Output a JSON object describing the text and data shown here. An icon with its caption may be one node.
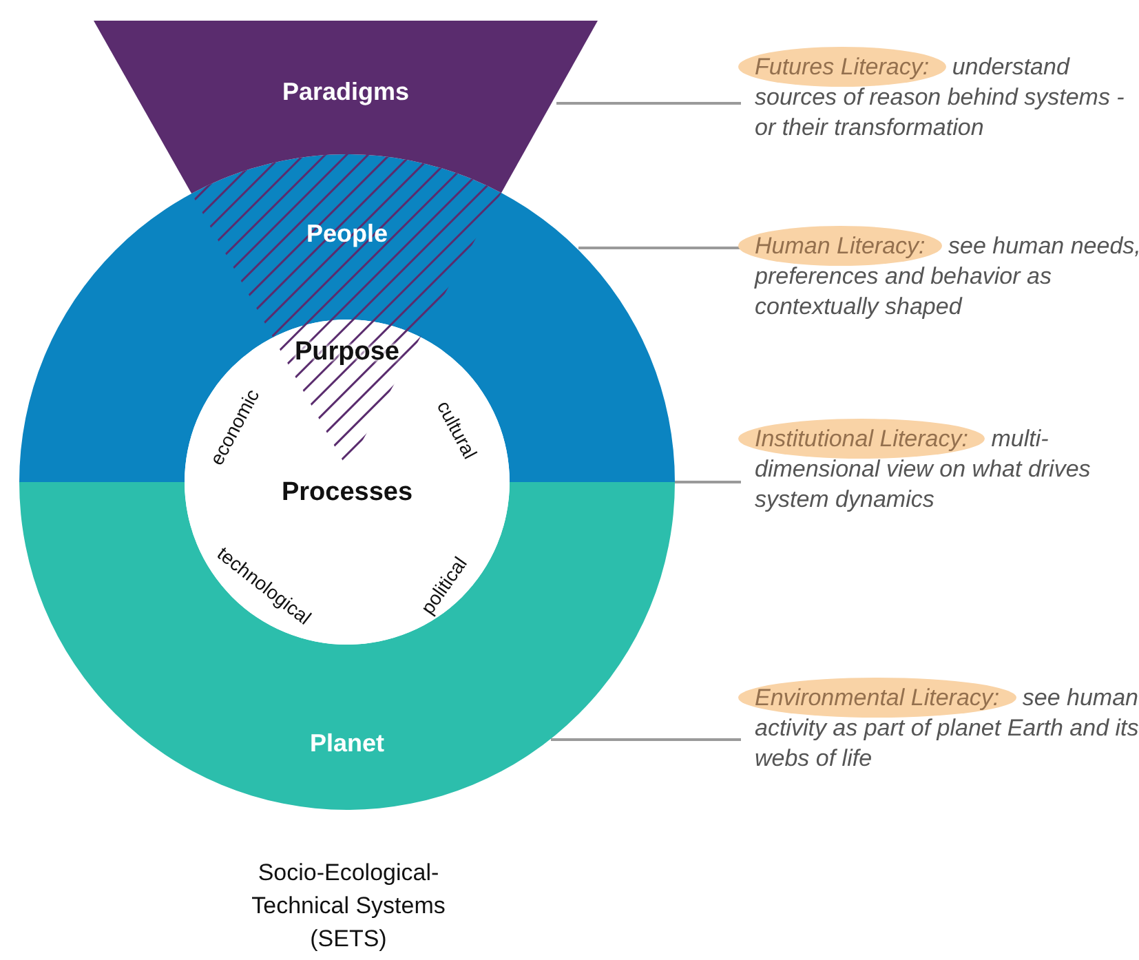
{
  "diagram": {
    "caption": "Socio-Ecological-Technical Systems (SETS)",
    "nodes": [
      {
        "text": [
          "Paradigms"
        ]
      },
      {
        "text": [
          "People"
        ]
      },
      {
        "text": [
          "Planet"
        ]
      },
      {
        "text": [
          "Purpose",
          "economic",
          "cultural",
          "Processes",
          "technological",
          "political"
        ]
      },
      {
        "text": [
          "Futures Literacy:",
          "understand sources of reason behind systems - or their transformation"
        ]
      },
      {
        "text": [
          "Human Literacy:",
          "see human needs, preferences and behavior as contextually shaped"
        ]
      },
      {
        "text": [
          "Institutional Literacy:",
          "multi-dimensional view on what drives system dynamics"
        ]
      },
      {
        "text": [
          "Environmental Literacy:",
          "see human activity as part of planet Earth and its webs of life"
        ]
      }
    ],
    "edges": [
      {
        "from": 4,
        "to": 0,
        "arrow": "none"
      },
      {
        "from": 5,
        "to": 1,
        "arrow": "none"
      },
      {
        "from": 6,
        "to": 2,
        "arrow": "none"
      },
      {
        "from": 7,
        "to": 2,
        "arrow": "none"
      }
    ]
  }
}
